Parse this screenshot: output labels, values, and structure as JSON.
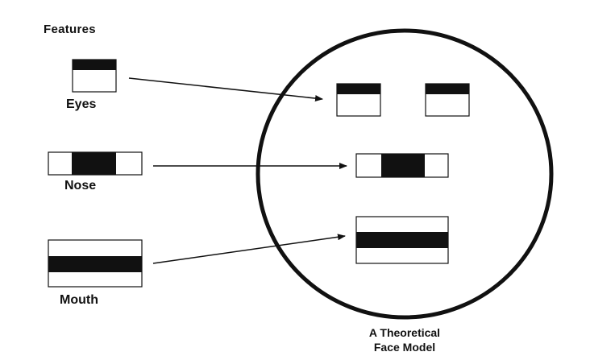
{
  "title": "Features",
  "features": {
    "eyes": "Eyes",
    "nose": "Nose",
    "mouth": "Mouth"
  },
  "caption": {
    "line1": "A Theoretical",
    "line2": "Face Model"
  },
  "colors": {
    "ink": "#111111",
    "background": "#ffffff"
  }
}
